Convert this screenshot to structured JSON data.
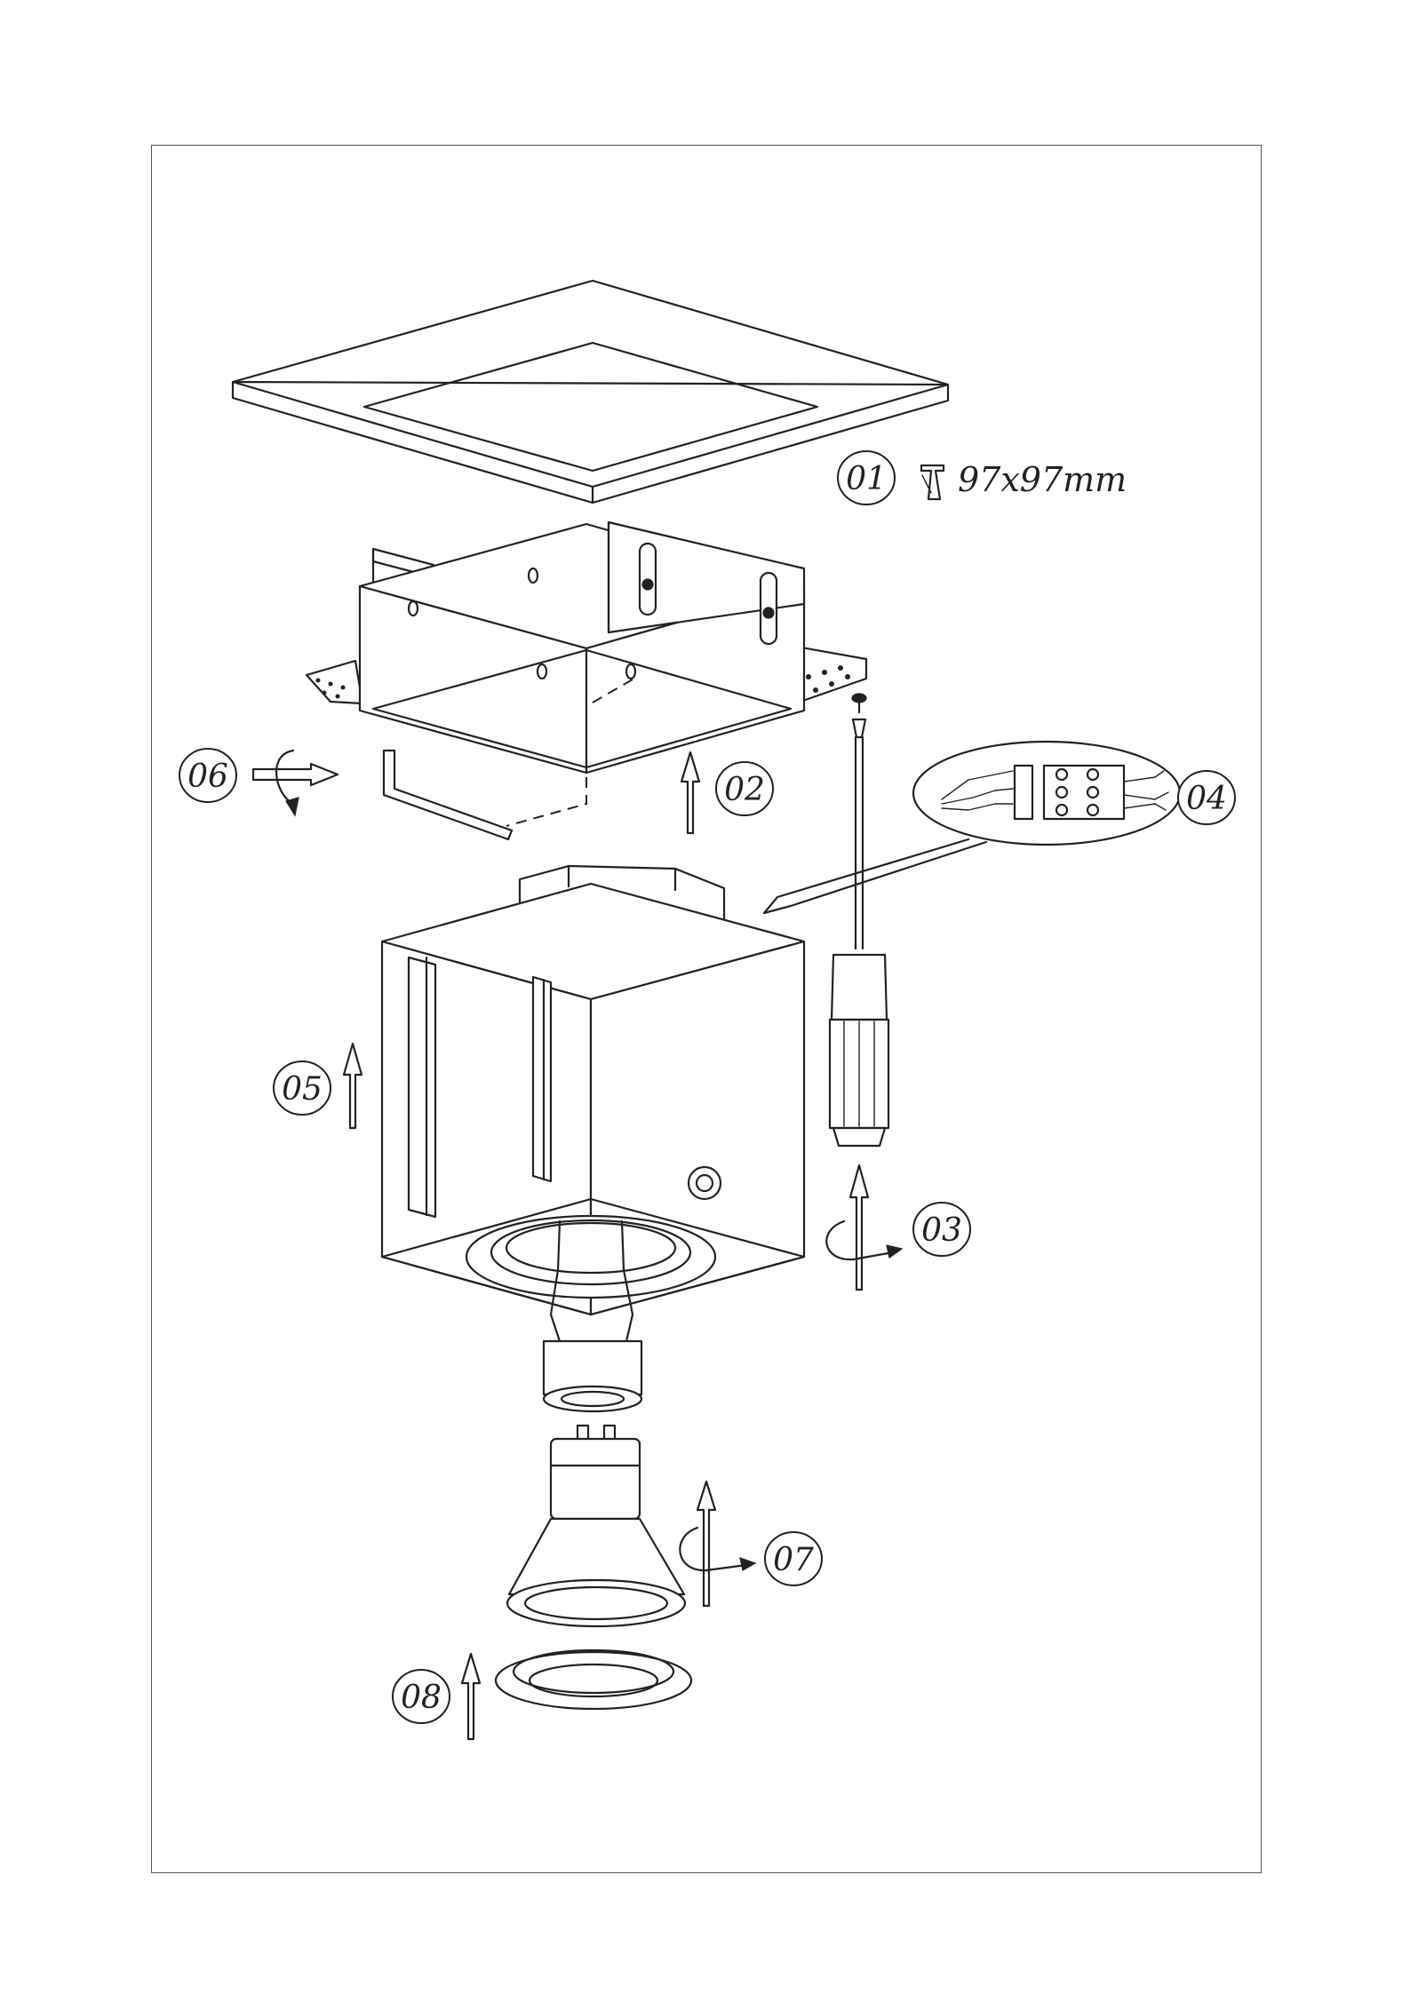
{
  "steps": [
    {
      "id": "01",
      "label": "01"
    },
    {
      "id": "02",
      "label": "02"
    },
    {
      "id": "03",
      "label": "03"
    },
    {
      "id": "04",
      "label": "04"
    },
    {
      "id": "05",
      "label": "05"
    },
    {
      "id": "06",
      "label": "06"
    },
    {
      "id": "07",
      "label": "07"
    },
    {
      "id": "08",
      "label": "08"
    }
  ],
  "cutout": {
    "icon": "ceiling-cutout-icon",
    "dimension": "97x97mm"
  },
  "colors": {
    "line": "#222222",
    "background": "#ffffff"
  }
}
